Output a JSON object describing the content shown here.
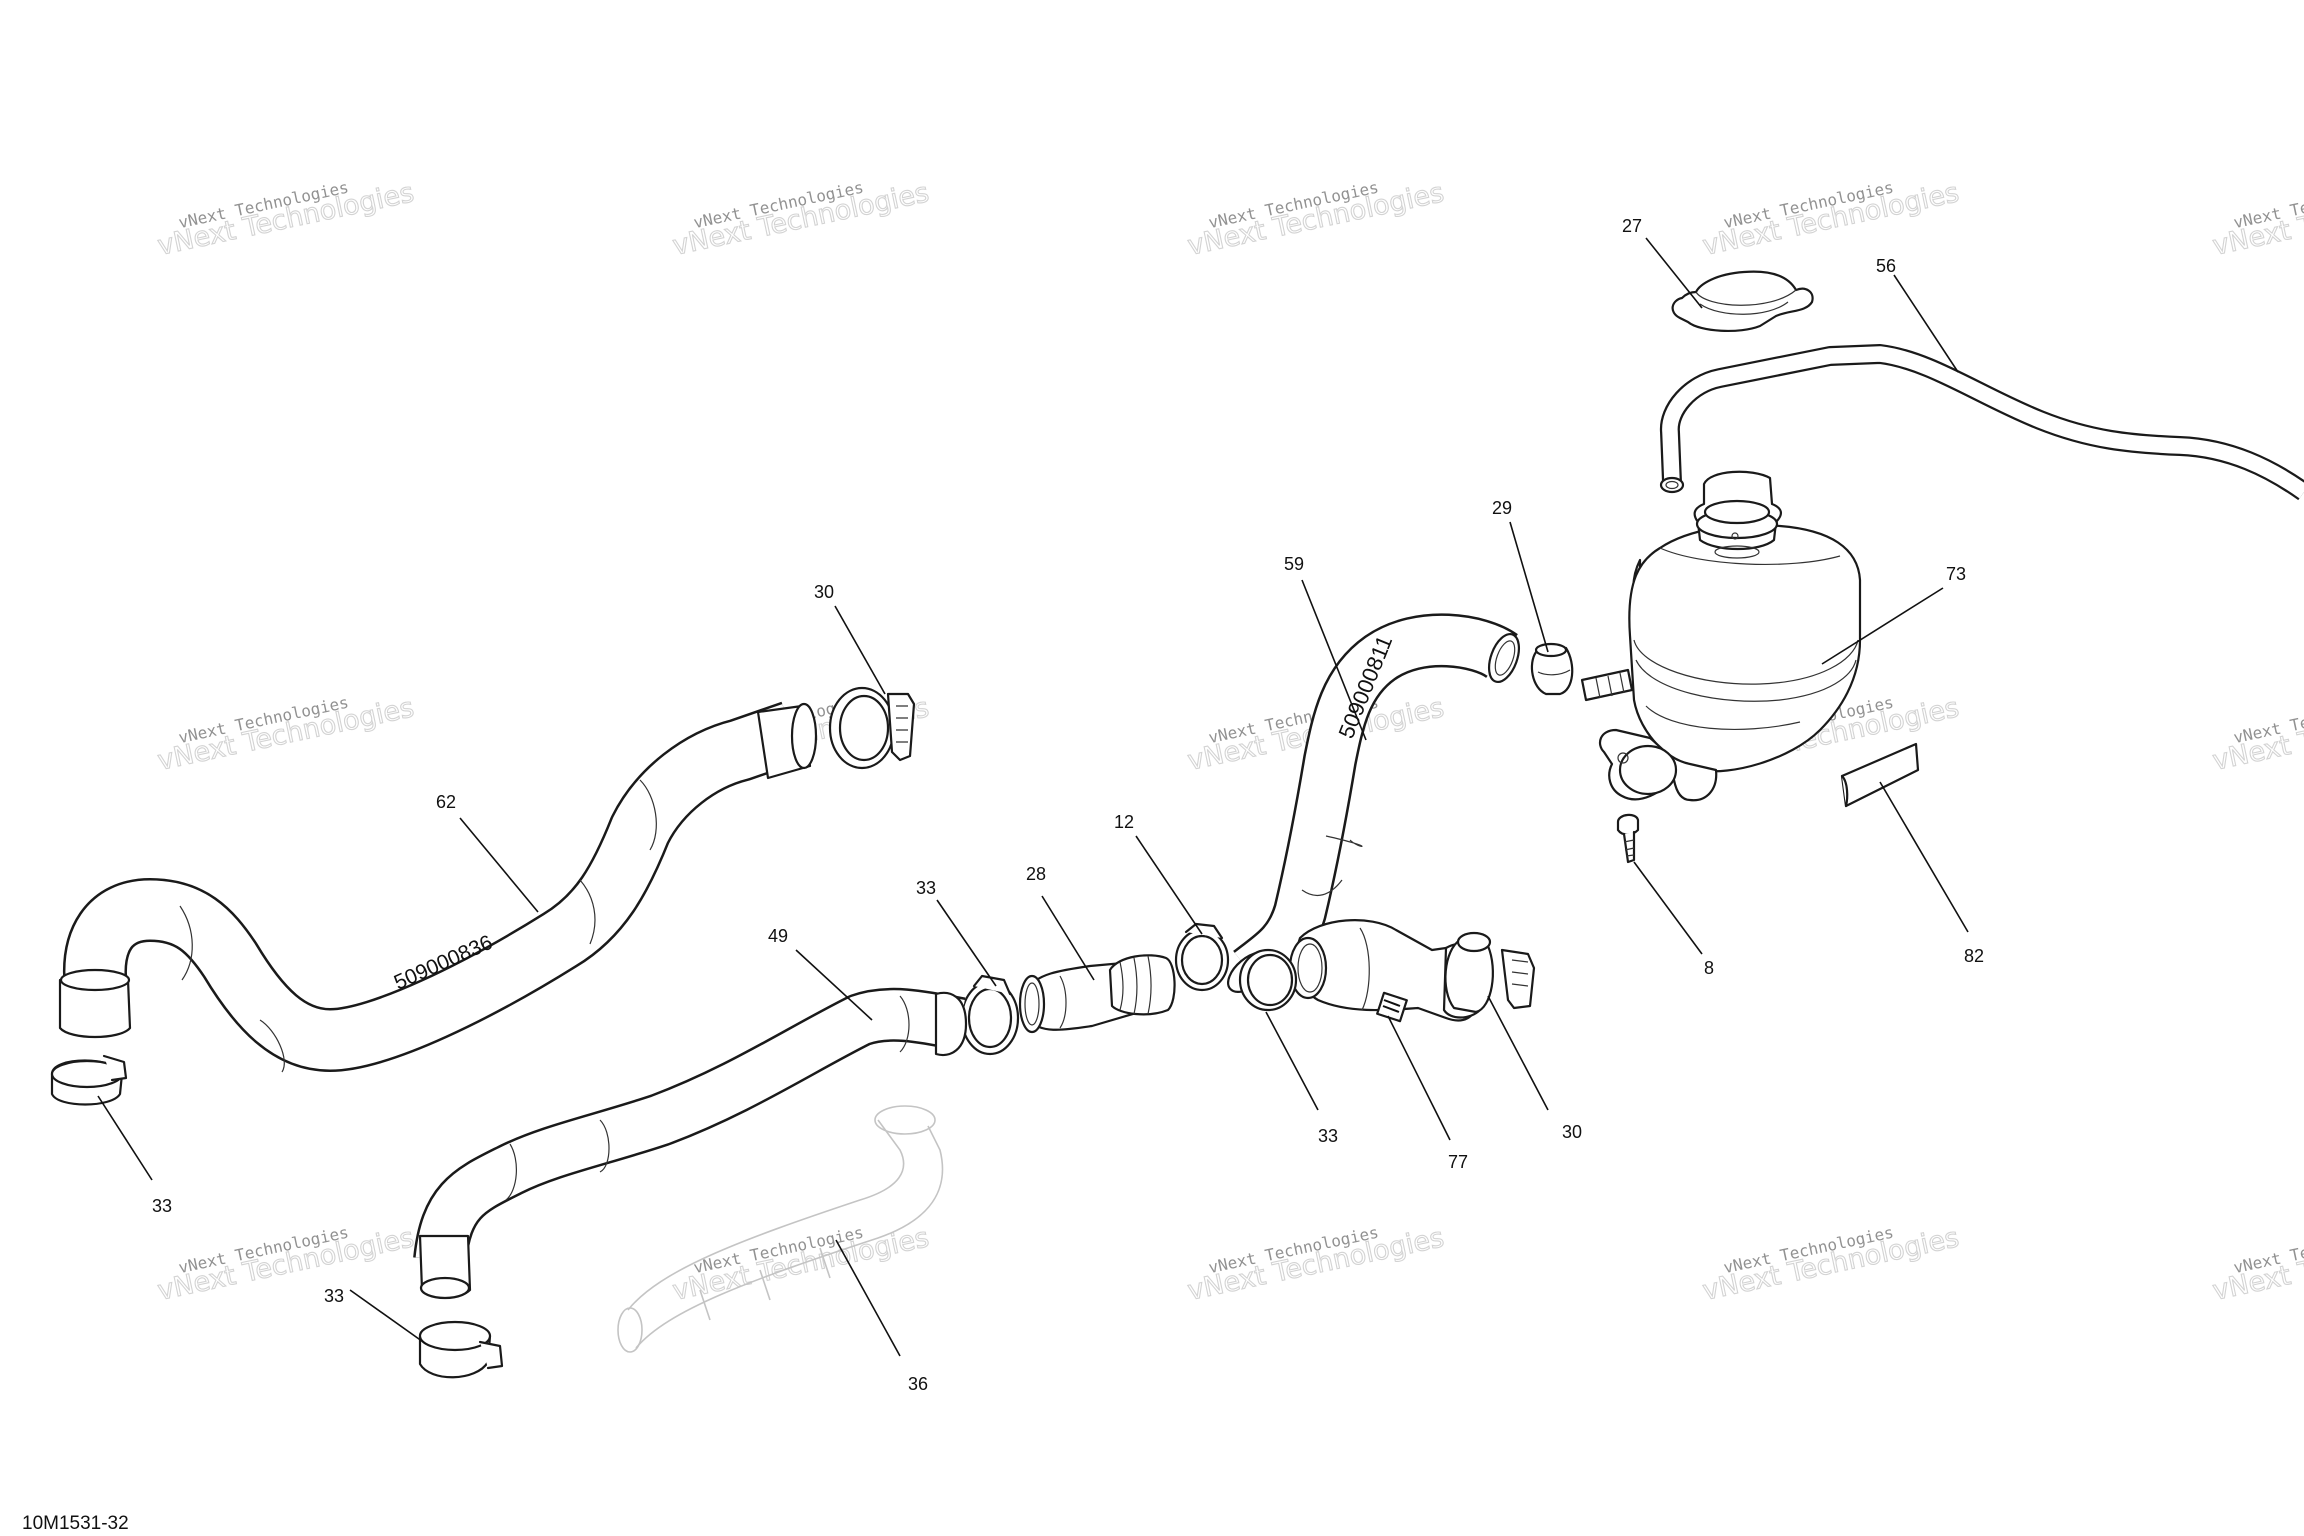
{
  "figure_id": "10M1531-32",
  "watermark": {
    "line1": "vNext Technologies",
    "line2": "vNext Technologies"
  },
  "part_markings": {
    "hose_62": "509000836",
    "hose_59": "509000811"
  },
  "callouts": {
    "p27": "27",
    "p56": "56",
    "p29": "29",
    "p73": "73",
    "p59": "59",
    "p30a": "30",
    "p62": "62",
    "p12": "12",
    "p33a": "33",
    "p28": "28",
    "p49": "49",
    "p8": "8",
    "p82": "82",
    "p33b": "33",
    "p77": "77",
    "p30b": "30",
    "p33c": "33",
    "p33d": "33",
    "p36": "36"
  }
}
